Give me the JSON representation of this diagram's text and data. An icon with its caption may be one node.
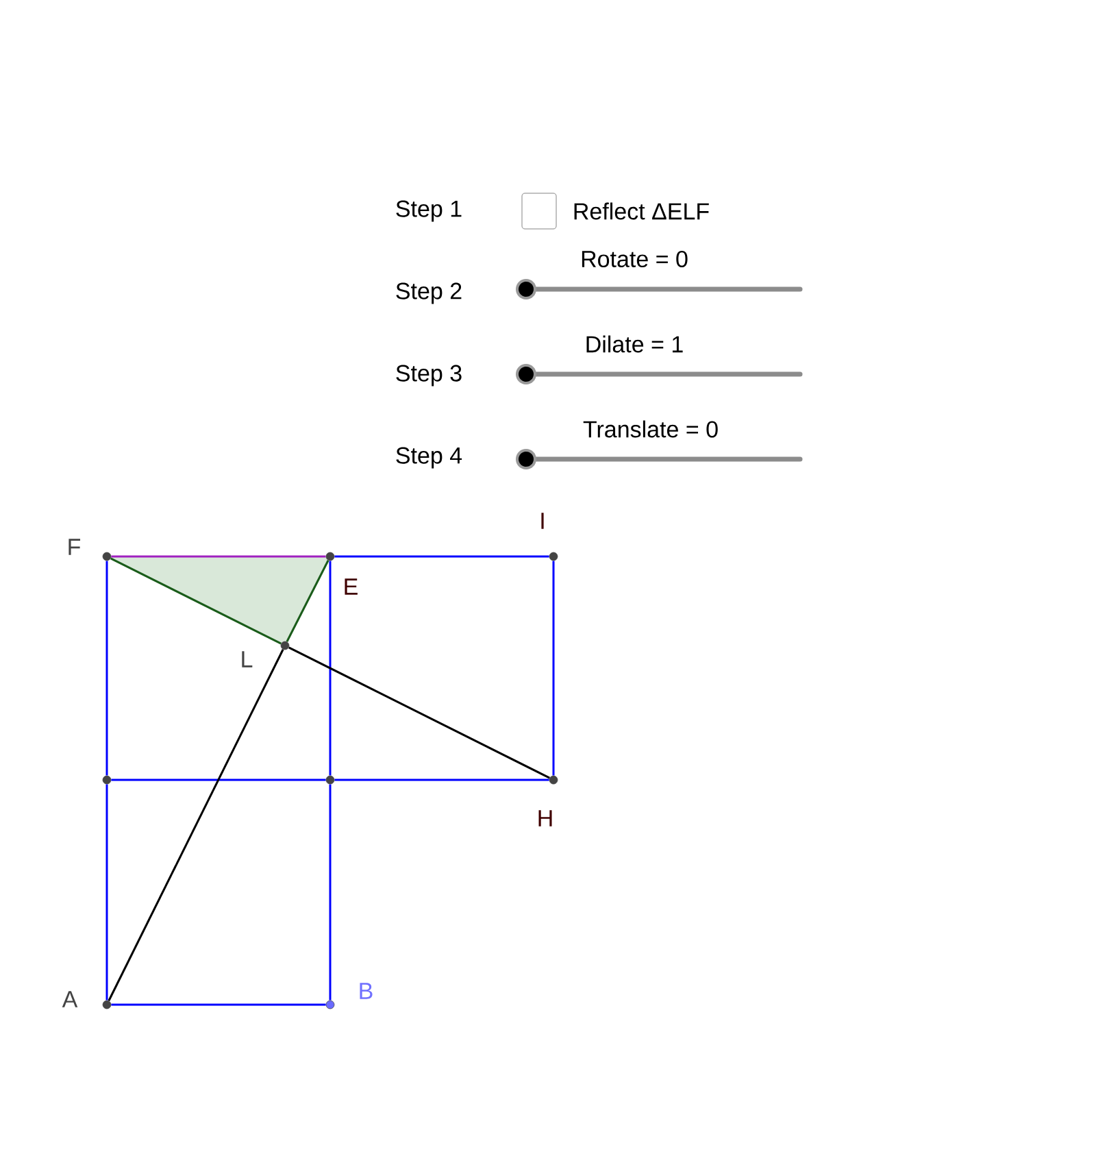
{
  "diagram": {
    "nodes": [
      {
        "text": [],
        "shape": "circle",
        "beside": [
          "F"
        ]
      },
      {
        "text": [],
        "shape": "circle",
        "beside": [
          "E"
        ]
      },
      {
        "text": [],
        "shape": "circle",
        "beside": [
          "I"
        ]
      },
      {
        "text": [],
        "shape": "circle",
        "beside": [
          "L"
        ]
      },
      {
        "text": [],
        "shape": "circle"
      },
      {
        "text": [],
        "shape": "circle"
      },
      {
        "text": [],
        "shape": "circle",
        "beside": [
          "H"
        ]
      },
      {
        "text": [],
        "shape": "circle",
        "beside": [
          "A"
        ]
      },
      {
        "text": [],
        "shape": "circle",
        "beside": [
          "B"
        ]
      }
    ],
    "edges": [
      {
        "from": 0,
        "to": 1,
        "arrow": "none",
        "color": "#a020c0"
      },
      {
        "from": 1,
        "to": 2,
        "arrow": "none"
      },
      {
        "from": 2,
        "to": 6,
        "arrow": "none"
      },
      {
        "from": 6,
        "to": 5,
        "arrow": "none"
      },
      {
        "from": 5,
        "to": 4,
        "arrow": "none"
      },
      {
        "from": 4,
        "to": 0,
        "arrow": "none"
      },
      {
        "from": 1,
        "to": 5,
        "arrow": "none"
      },
      {
        "from": 5,
        "to": 8,
        "arrow": "none"
      },
      {
        "from": 8,
        "to": 7,
        "arrow": "none"
      },
      {
        "from": 7,
        "to": 4,
        "arrow": "none"
      },
      {
        "from": 7,
        "to": 3,
        "arrow": "none",
        "color": "#000000"
      },
      {
        "from": 3,
        "to": 6,
        "arrow": "none",
        "color": "#000000"
      },
      {
        "from": 0,
        "to": 3,
        "arrow": "none",
        "color": "#1a5c1a"
      },
      {
        "from": 3,
        "to": 1,
        "arrow": "none",
        "color": "#1a5c1a"
      }
    ],
    "labels": [
      "Step 1",
      "Reflect ΔELF",
      "Rotate = 0",
      "Step 2",
      "Dilate = 1",
      "Step 3",
      "Translate = 0",
      "Step 4"
    ]
  }
}
